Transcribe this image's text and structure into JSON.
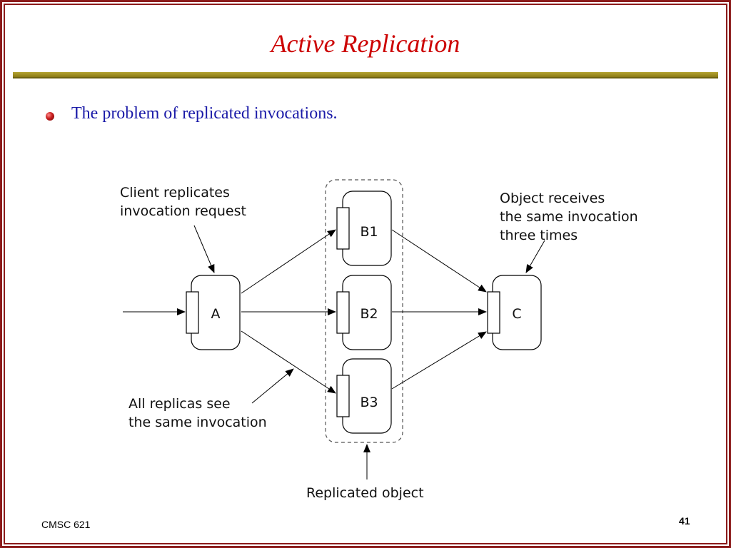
{
  "slide": {
    "title": "Active Replication",
    "bullet": "The problem of replicated invocations.",
    "footer_left": "CMSC 621",
    "page_number": "41"
  },
  "diagram": {
    "nodes": {
      "a": "A",
      "b1": "B1",
      "b2": "B2",
      "b3": "B3",
      "c": "C"
    },
    "annotations": {
      "client_line1": "Client replicates",
      "client_line2": "invocation request",
      "object_line1": "Object receives",
      "object_line2": "the same invocation",
      "object_line3": "three times",
      "replicas_line1": "All replicas see",
      "replicas_line2": "the same invocation",
      "replicated_object": "Replicated object"
    }
  },
  "colors": {
    "title": "#cc0000",
    "bullet_text": "#1a1aa8",
    "frame": "#8b1a1a",
    "rule": "#a8961e"
  }
}
